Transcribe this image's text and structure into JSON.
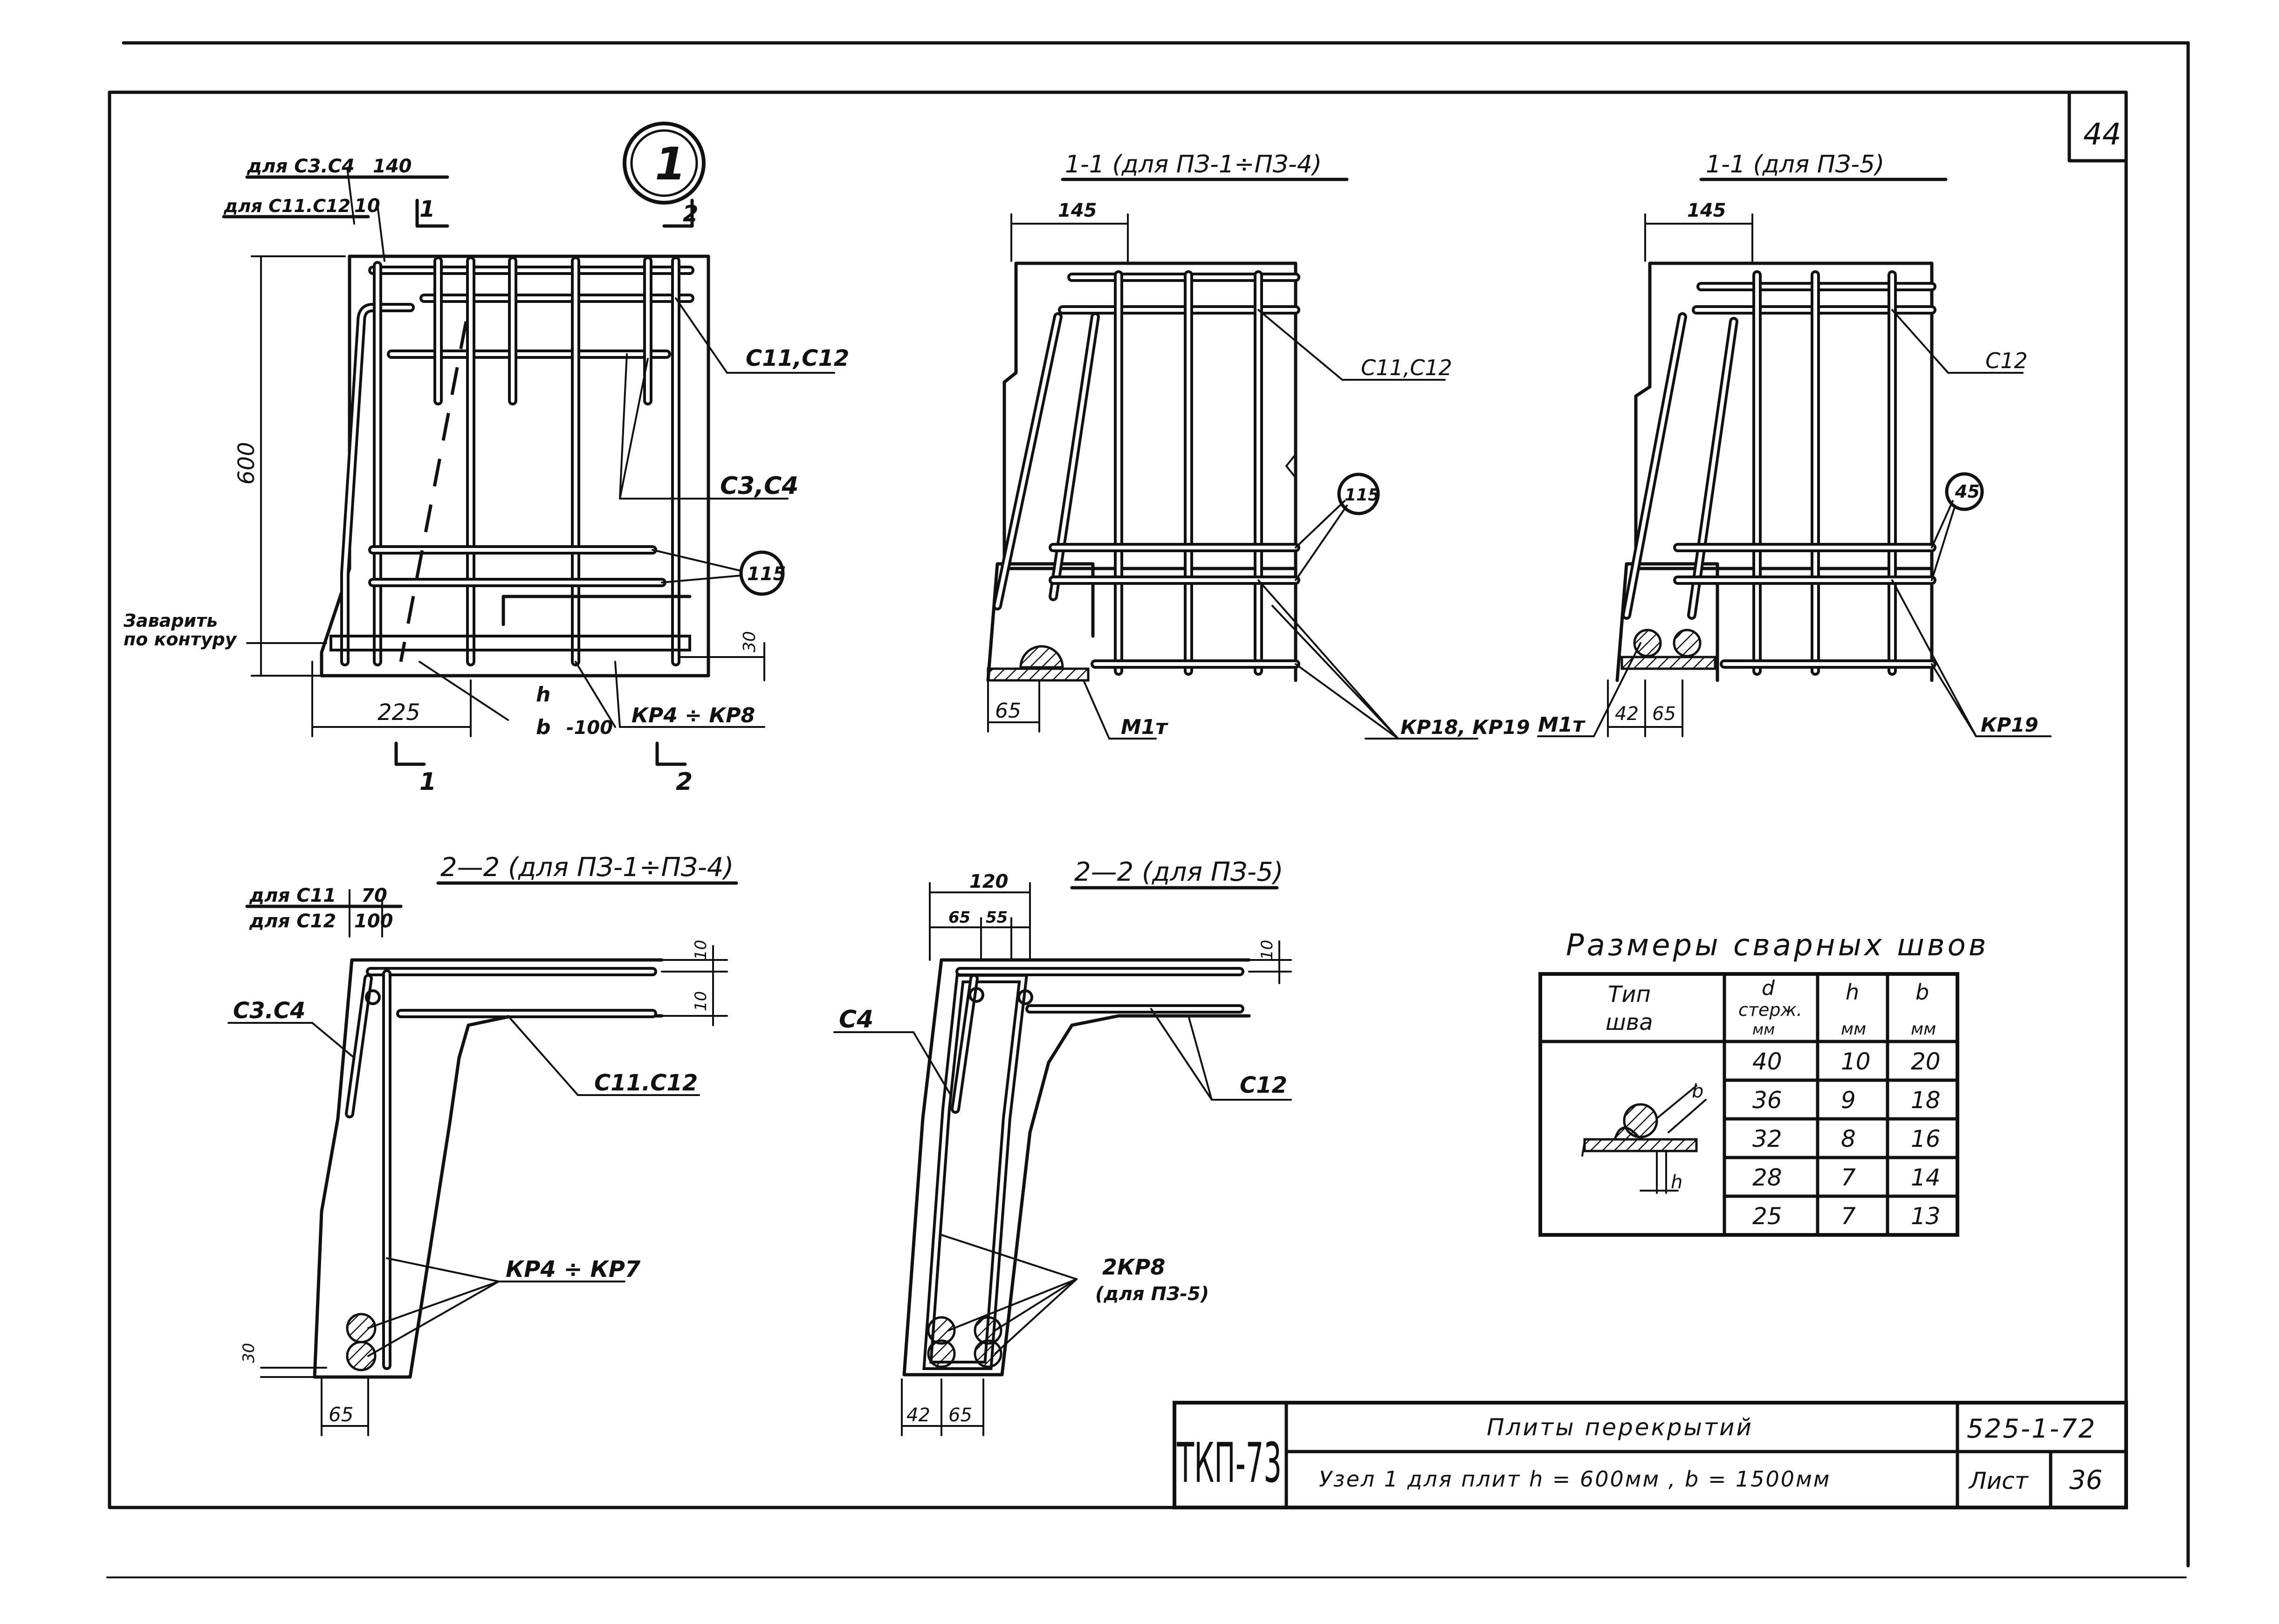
{
  "sheet": {
    "corner_number": "44",
    "stamp": "ТКП-73",
    "title_line1": "Плиты перекрытий",
    "title_line2": "Узел 1 для плит h = 600мм , b = 1500мм",
    "series": "525-1-72",
    "sheet_label": "Лист",
    "sheet_number": "36"
  },
  "view_node1": {
    "node_marker": "1",
    "for_c3c4": "для С3.С4",
    "for_c11c12": "для С11.С12",
    "dim_140": "140",
    "dim_10": "10",
    "cut1_top": "1",
    "cut2_top": "2",
    "dim_600": "600",
    "dim_225": "225",
    "dim_30": "30",
    "dim_h": "h",
    "dim_b": "b",
    "dim_100": "-100",
    "label_c11c12": "С11,С12",
    "label_c3c4": "С3,С4",
    "label_115": "115",
    "label_kr": "КР4 ÷ КР8",
    "weld_line1": "Заварить",
    "weld_line2": "по контуру",
    "cut1_bottom": "1",
    "cut2_bottom": "2"
  },
  "view_11a": {
    "title": "1-1 (для ПЗ-1÷ПЗ-4)",
    "dim_145": "145",
    "dim_65": "65",
    "label_c11c12": "С11,С12",
    "label_115": "115",
    "label_m1t": "М1т",
    "label_kr": "КР18, КР19"
  },
  "view_11b": {
    "title": "1-1 (для ПЗ-5)",
    "dim_145": "145",
    "dim_42": "42",
    "dim_65": "65",
    "label_c12": "С12",
    "label_45": "45",
    "label_m1t": "М1т",
    "label_kr": "КР19"
  },
  "view_22a": {
    "title": "2—2 (для ПЗ-1÷ПЗ-4)",
    "for_c11": "для С11",
    "for_c12": "для С12",
    "dim_70": "70",
    "dim_100": "100",
    "dim_10a": "10",
    "dim_10b": "10",
    "label_c3c4": "С3.С4",
    "label_c11c12": "С11.С12",
    "label_kr": "КР4 ÷ КР7",
    "dim_30": "30",
    "dim_65": "65"
  },
  "view_22b": {
    "title": "2—2 (для ПЗ-5)",
    "dim_120": "120",
    "dim_65": "65",
    "dim_55": "55",
    "dim_10": "10",
    "label_c4": "С4",
    "label_c12": "С12",
    "label_kr_line1": "2КР8",
    "label_kr_line2": "(для ПЗ-5)",
    "dim_42": "42",
    "dim_65b": "65"
  },
  "weld_table": {
    "title": "Размеры сварных швов",
    "headers": [
      "Тип шва",
      "d стерж. мм",
      "h мм",
      "b мм"
    ],
    "rows": [
      [
        "40",
        "10",
        "20"
      ],
      [
        "36",
        "9",
        "18"
      ],
      [
        "32",
        "8",
        "16"
      ],
      [
        "28",
        "7",
        "14"
      ],
      [
        "25",
        "7",
        "13"
      ]
    ],
    "sketch_b": "b",
    "sketch_h": "h"
  }
}
